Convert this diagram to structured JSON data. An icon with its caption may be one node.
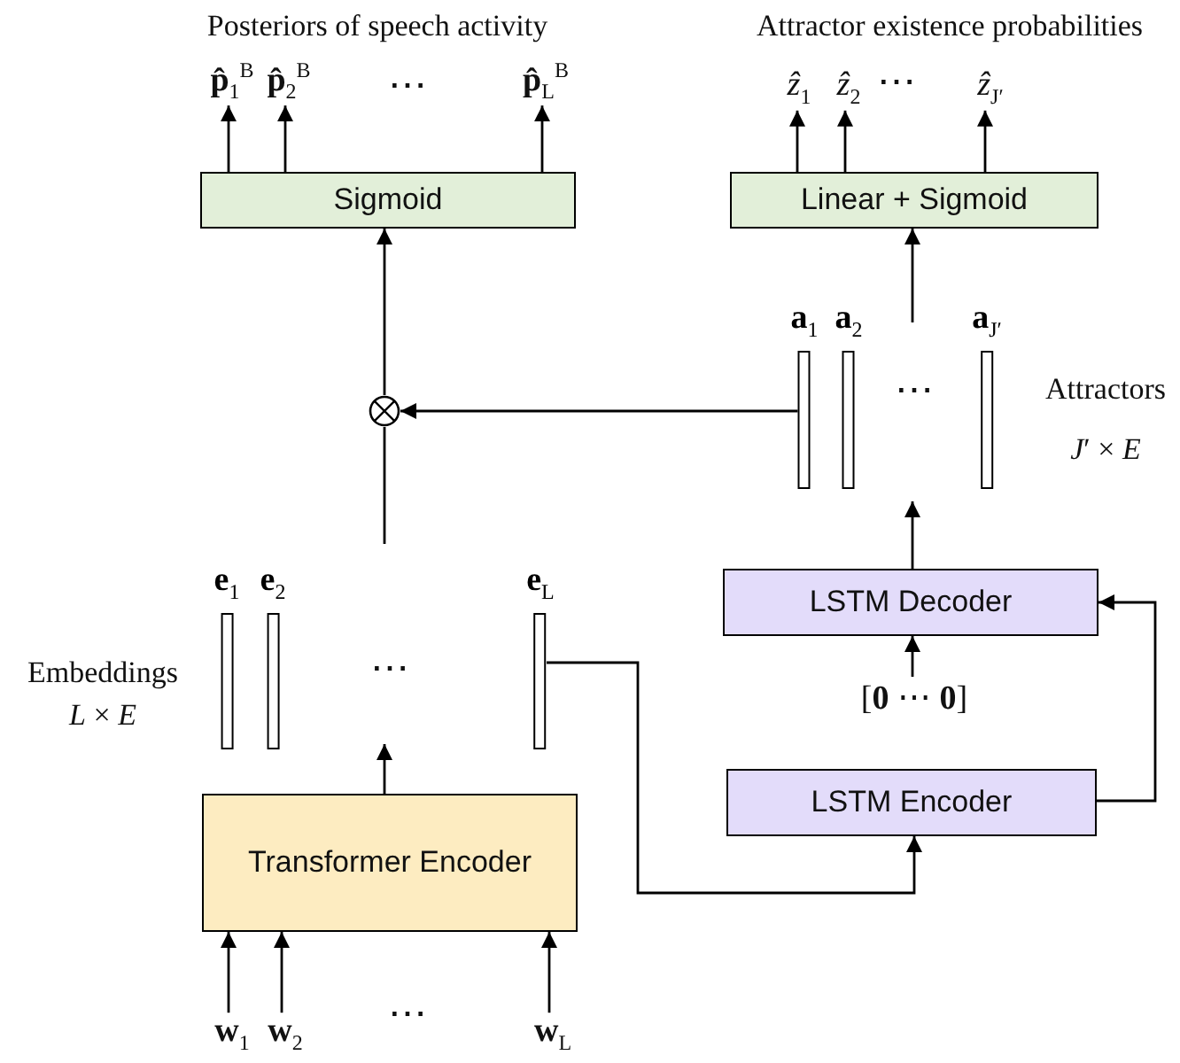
{
  "diagram": {
    "nodes": [
      {
        "text": [
          "Sigmoid"
        ]
      },
      {
        "text": [
          "Linear + Sigmoid"
        ]
      },
      {
        "text": [
          "**p̂**$_{1}$$^{B}$"
        ]
      },
      {
        "text": [
          "**p̂**$_{2}$$^{B}$"
        ]
      },
      {
        "text": [
          "**p̂**$_{L}$$^{B}$"
        ]
      },
      {
        "text": [
          "*ẑ*$_{1}$"
        ]
      },
      {
        "text": [
          "*ẑ*$_{2}$"
        ]
      },
      {
        "text": [
          "*ẑ*$_{J′}$"
        ]
      },
      {
        "text": [],
        "shape": "circle"
      },
      {
        "text": [
          "**a**$_{1}$"
        ]
      },
      {
        "text": [
          "**a**$_{2}$"
        ]
      },
      {
        "text": [
          "**a**$_{J′}$"
        ]
      },
      {
        "text": [
          "LSTM Decoder"
        ]
      },
      {
        "text": [
          "[**0**  ⋯  **0**]"
        ]
      },
      {
        "text": [
          "LSTM Encoder"
        ]
      },
      {
        "text": [
          "**e**$_{1}$"
        ]
      },
      {
        "text": [
          "**e**$_{2}$"
        ]
      },
      {
        "text": [
          "**e**$_{L}$"
        ]
      },
      {
        "text": [
          "Transformer Encoder"
        ]
      },
      {
        "text": [
          "**w**$_{1}$"
        ]
      },
      {
        "text": [
          "**w**$_{2}$"
        ]
      },
      {
        "text": [
          "**w**$_{L}$"
        ]
      }
    ],
    "edges": [
      {
        "from": 0,
        "to": 2,
        "arrow": "to"
      },
      {
        "from": 0,
        "to": 3,
        "arrow": "to"
      },
      {
        "from": 0,
        "to": 4,
        "arrow": "to"
      },
      {
        "from": 1,
        "to": 5,
        "arrow": "to"
      },
      {
        "from": 1,
        "to": 6,
        "arrow": "to"
      },
      {
        "from": 1,
        "to": 7,
        "arrow": "to"
      },
      {
        "from": null,
        "to": 1,
        "arrow": "to"
      },
      {
        "from": 9,
        "to": 8,
        "arrow": "to"
      },
      {
        "from": 8,
        "to": 0,
        "arrow": "to"
      },
      {
        "from": null,
        "to": 8,
        "arrow": "none"
      },
      {
        "from": 12,
        "to": null,
        "arrow": "to"
      },
      {
        "from": 13,
        "to": 12,
        "arrow": "to"
      },
      {
        "from": 14,
        "to": 12,
        "arrow": "to"
      },
      {
        "from": 17,
        "to": 14,
        "arrow": "to"
      },
      {
        "from": 18,
        "to": null,
        "arrow": "to"
      },
      {
        "from": 19,
        "to": 18,
        "arrow": "to"
      },
      {
        "from": 20,
        "to": 18,
        "arrow": "to"
      },
      {
        "from": 21,
        "to": 18,
        "arrow": "to"
      }
    ],
    "labels": [
      "Posteriors of speech activity",
      "Attractor existence probabilities",
      "⋯",
      "⋯",
      "⋯",
      "Attractors",
      "*J*′ × *E*",
      "Embeddings",
      "⋯",
      "*L* × *E*",
      "⋯"
    ]
  }
}
